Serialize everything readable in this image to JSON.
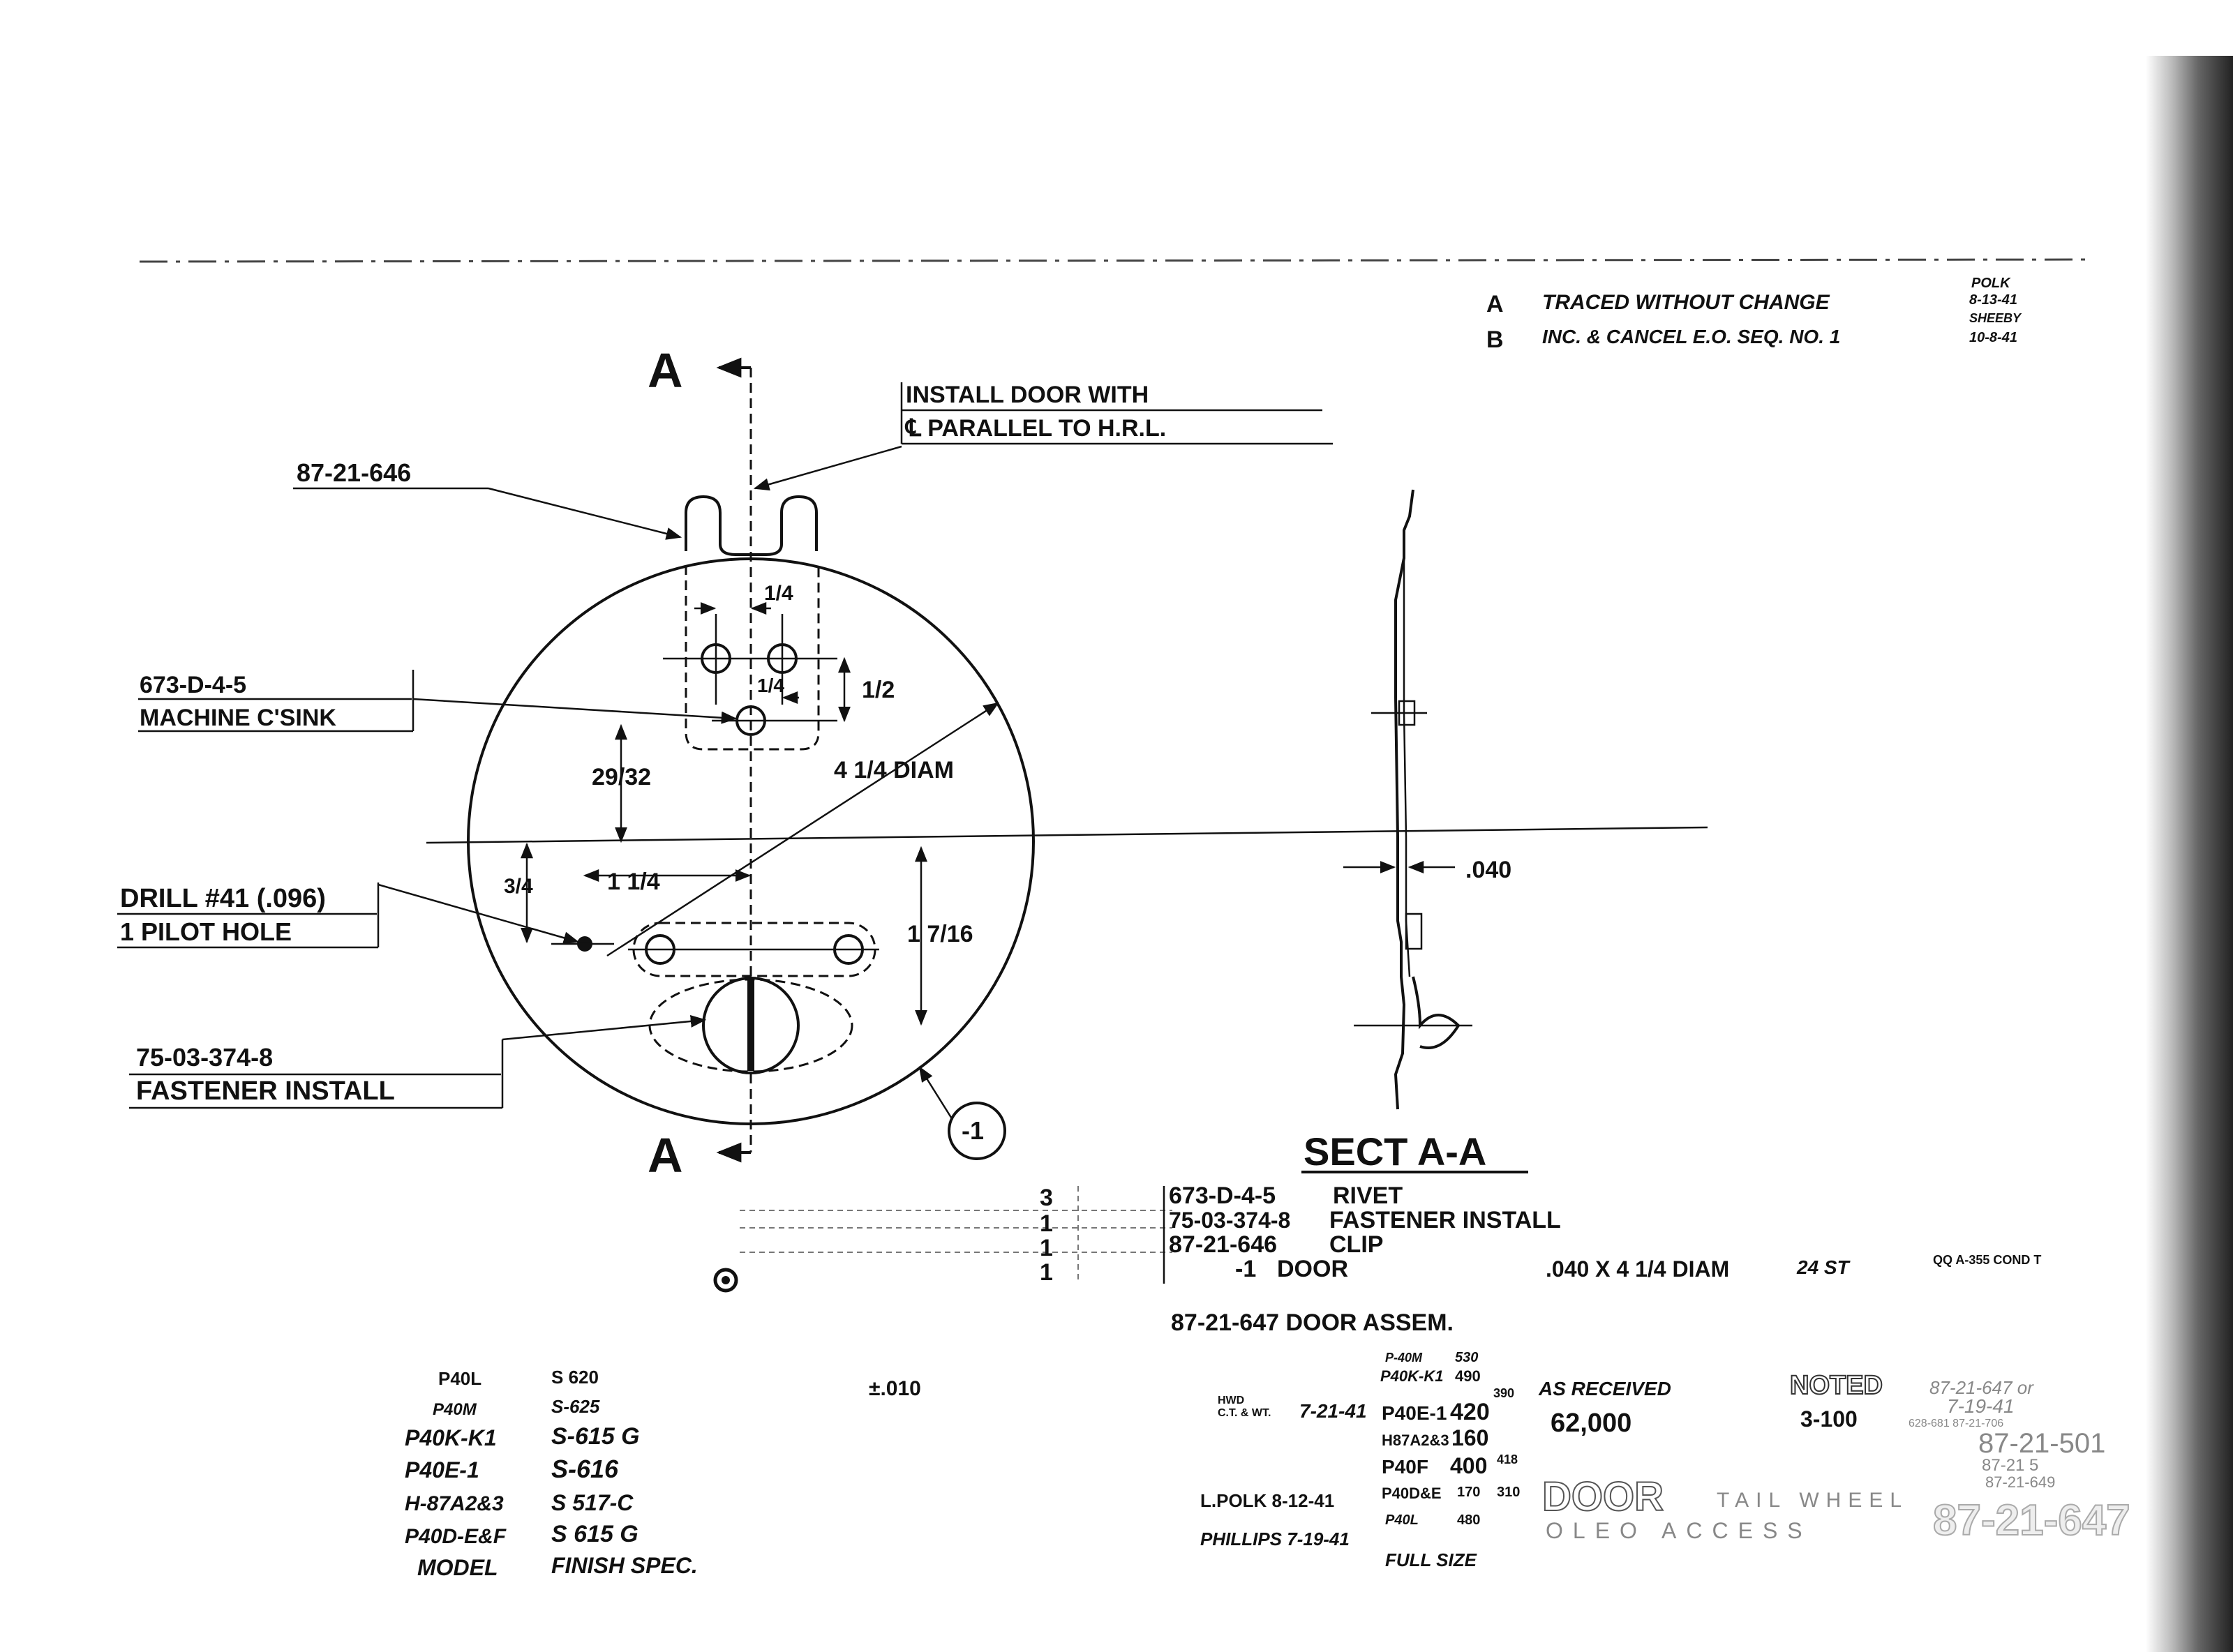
{
  "revisions": [
    {
      "letter": "A",
      "text": "TRACED WITHOUT CHANGE",
      "by": "POLK",
      "date": "8-13-41"
    },
    {
      "letter": "B",
      "text": "INC. & CANCEL E.O. SEQ. NO. 1",
      "by": "SHEEBY",
      "date": "10-8-41"
    }
  ],
  "section_marker": "A",
  "callouts": {
    "install_note_1": "INSTALL DOOR WITH",
    "install_note_2": "℄ PARALLEL TO H.R.L.",
    "clip": "87-21-646",
    "csink_1": "673-D-4-5",
    "csink_2": "MACHINE C'SINK",
    "drill_1": "DRILL #41 (.096)",
    "drill_2": "1 PILOT HOLE",
    "fastener_1": "75-03-374-8",
    "fastener_2": "FASTENER INSTALL",
    "door_dash": "-1"
  },
  "dimensions": {
    "clip_hole_spacing": "1/4",
    "clip_hole_offset": "1/4",
    "clip_vertical": "1/2",
    "csink_to_center": "29/32",
    "diameter": "4 1/4 DIAM",
    "pilot_vertical": "3/4",
    "pilot_horizontal": "1 1/4",
    "slot_vertical": "1 7/16",
    "thickness": ".040"
  },
  "section_title": "SECT A-A",
  "parts_list": [
    {
      "qty": "3",
      "part": "673-D-4-5",
      "desc": "RIVET",
      "material": ""
    },
    {
      "qty": "1",
      "part": "75-03-374-8",
      "desc": "FASTENER INSTALL",
      "material": ""
    },
    {
      "qty": "1",
      "part": "87-21-646",
      "desc": "CLIP",
      "material": ""
    },
    {
      "qty": "1",
      "part": "-1",
      "desc": "DOOR",
      "material": ".040 X 4 1/4 DIAM",
      "alloy": "24 ST",
      "spec": "QQ A-355 COND T"
    }
  ],
  "assembly_title": "87-21-647 DOOR ASSEM.",
  "tolerance": "±.010",
  "finish_table": {
    "rows": [
      {
        "model": "P40L",
        "spec": "S 620"
      },
      {
        "model": "P40M",
        "spec": "S-625"
      },
      {
        "model": "P40K-K1",
        "spec": "S-615 G"
      },
      {
        "model": "P40E-1",
        "spec": "S-616"
      },
      {
        "model": "H-87A2&3",
        "spec": "S 517-C"
      },
      {
        "model": "P40D-E&F",
        "spec": "S 615 G"
      }
    ],
    "header_model": "MODEL",
    "header_spec": "FINISH SPEC."
  },
  "weights": [
    {
      "model": "P-40M",
      "value": "530"
    },
    {
      "model": "P40K-K1",
      "value": "490"
    },
    {
      "model": "",
      "value": "390"
    },
    {
      "model": "P40E-1",
      "value": "420"
    },
    {
      "model": "H87A2&3",
      "value": "160"
    },
    {
      "model": "",
      "value": "418"
    },
    {
      "model": "P40F",
      "value": "400"
    },
    {
      "model": "P40D&E",
      "value": "170"
    },
    {
      "model": "",
      "value": "310"
    },
    {
      "model": "P40L",
      "value": "480"
    }
  ],
  "signatures": {
    "hwd_label_1": "HWD",
    "hwd_label_2": "C.T. & WT.",
    "hwd_date": "7-21-41",
    "drawn": "L.POLK 8-12-41",
    "checked": "PHILLIPS 7-19-41"
  },
  "scale": "FULL SIZE",
  "as_received": "AS RECEIVED",
  "quantity": "62,000",
  "noted": "NOTED",
  "noted_code": "3-100",
  "refs": [
    "87-21-647 or",
    "7-19-41",
    "628-681 87-21-706",
    "87-21-501",
    "87-21 5",
    "87-21-649"
  ],
  "title_block": {
    "name": "DOOR",
    "subtitle_1": "TAIL WHEEL",
    "subtitle_2": "OLEO ACCESS",
    "number": "87-21-647"
  }
}
